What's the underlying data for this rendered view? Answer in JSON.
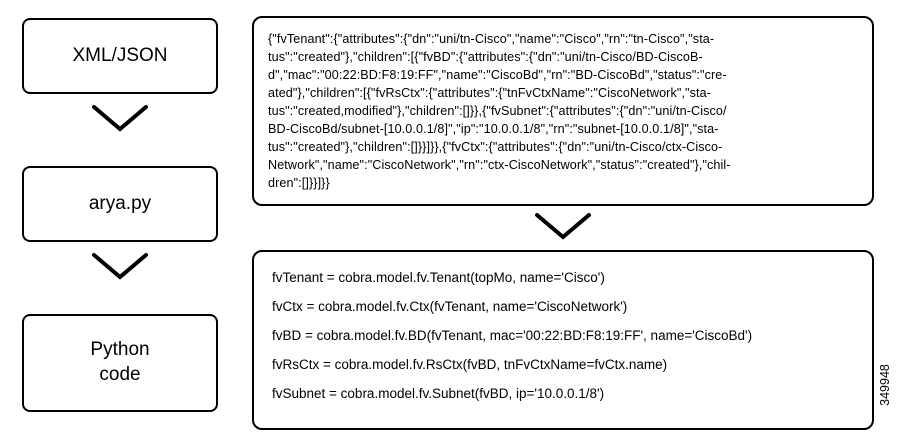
{
  "flow": {
    "boxes": [
      {
        "label": "XML/JSON"
      },
      {
        "label": "arya.py"
      },
      {
        "label": "Python\ncode"
      }
    ]
  },
  "json_box": {
    "text": "{\"fvTenant\":{\"attributes\":{\"dn\":\"uni/tn-Cisco\",\"name\":\"Cisco\",\"rn\":\"tn-Cisco\",\"sta-\ntus\":\"created\"},\"children\":[{\"fvBD\":{\"attributes\":{\"dn\":\"uni/tn-Cisco/BD-CiscoB-\nd\",\"mac\":\"00:22:BD:F8:19:FF\",\"name\":\"CiscoBd\",\"rn\":\"BD-CiscoBd\",\"status\":\"cre-\nated\"},\"children\":[{\"fvRsCtx\":{\"attributes\":{\"tnFvCtxName\":\"CiscoNetwork\",\"sta-\ntus\":\"created,modified\"},\"children\":[]}},{\"fvSubnet\":{\"attributes\":{\"dn\":\"uni/tn-Cisco/\nBD-CiscoBd/subnet-[10.0.0.1/8]\",\"ip\":\"10.0.0.1/8\",\"rn\":\"subnet-[10.0.0.1/8]\",\"sta-\ntus\":\"created\"},\"children\":[]}}]}},{\"fvCtx\":{\"attributes\":{\"dn\":\"uni/tn-Cisco/ctx-Cisco-\nNetwork\",\"name\":\"CiscoNetwork\",\"rn\":\"ctx-CiscoNetwork\",\"status\":\"created\"},\"chil-\ndren\":[]}}]}}"
  },
  "code_box": {
    "lines": [
      "fvTenant = cobra.model.fv.Tenant(topMo, name='Cisco')",
      "fvCtx = cobra.model.fv.Ctx(fvTenant, name='CiscoNetwork')",
      "fvBD = cobra.model.fv.BD(fvTenant, mac='00:22:BD:F8:19:FF', name='CiscoBd')",
      "fvRsCtx = cobra.model.fv.RsCtx(fvBD, tnFvCtxName=fvCtx.name)",
      "fvSubnet = cobra.model.fv.Subnet(fvBD, ip='10.0.0.1/8')"
    ]
  },
  "figure_id": "349948",
  "colors": {
    "border": "#000000",
    "background": "#ffffff",
    "text": "#000000"
  }
}
